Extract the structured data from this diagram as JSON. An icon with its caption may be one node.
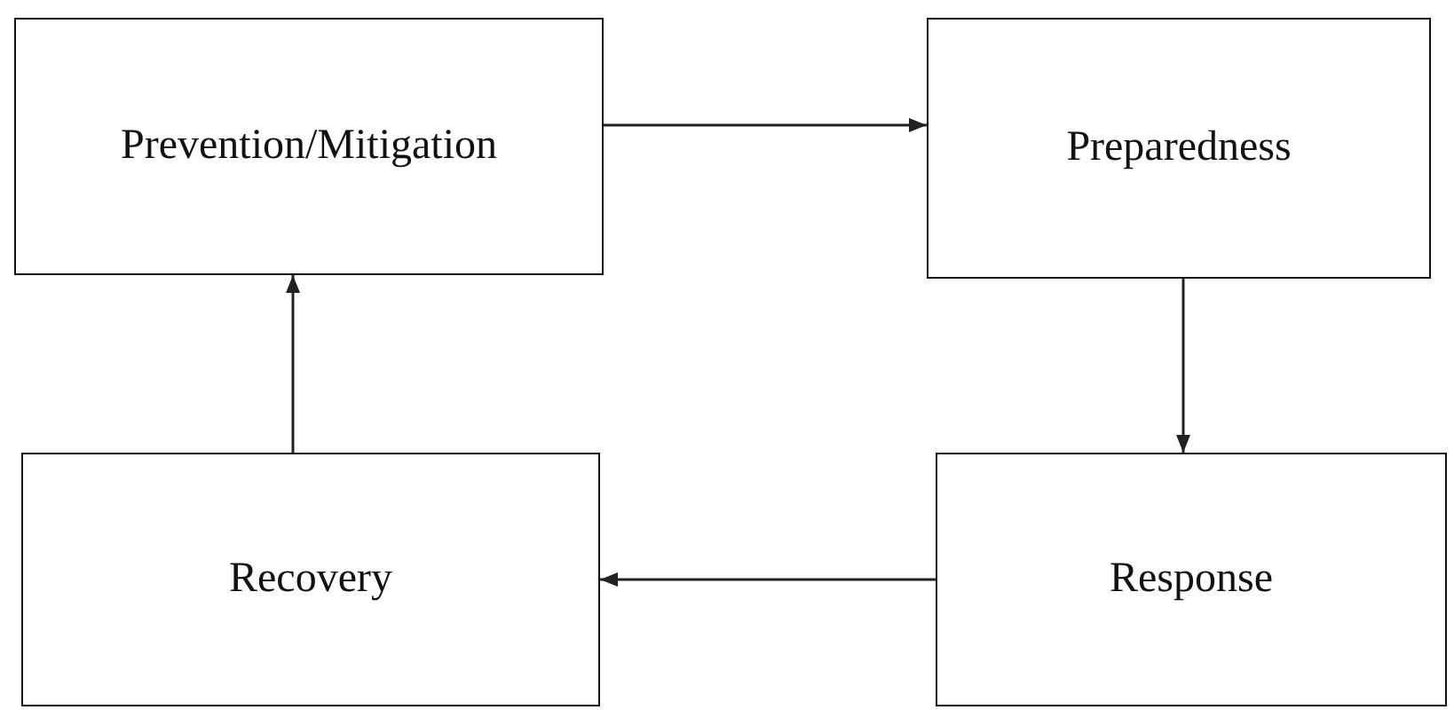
{
  "diagram": {
    "nodes": [
      {
        "text": [
          "Prevention/Mitigation"
        ]
      },
      {
        "text": [
          "Preparedness"
        ]
      },
      {
        "text": [
          "Recovery"
        ]
      },
      {
        "text": [
          "Response"
        ]
      }
    ],
    "edges": [
      {
        "from": 0,
        "to": 1,
        "arrow": "to"
      },
      {
        "from": 1,
        "to": 3,
        "arrow": "to"
      },
      {
        "from": 3,
        "to": 2,
        "arrow": "to"
      },
      {
        "from": 2,
        "to": 0,
        "arrow": "to"
      }
    ]
  }
}
